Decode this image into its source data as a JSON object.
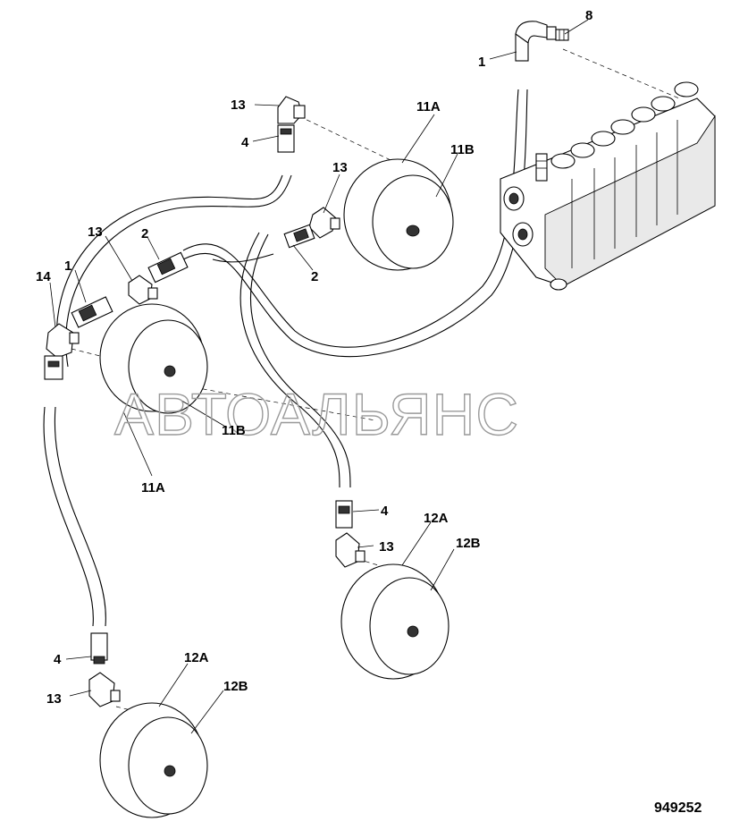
{
  "figure_number": "949252",
  "watermark": "АВТОАЛЬЯНС",
  "callouts": [
    {
      "id": "c-1-top",
      "text": "1"
    },
    {
      "id": "c-8",
      "text": "8"
    },
    {
      "id": "c-13-a",
      "text": "13"
    },
    {
      "id": "c-4-a",
      "text": "4"
    },
    {
      "id": "c-11a-a",
      "text": "11A"
    },
    {
      "id": "c-11b-a",
      "text": "11B"
    },
    {
      "id": "c-13-b",
      "text": "13"
    },
    {
      "id": "c-2-a",
      "text": "2"
    },
    {
      "id": "c-13-c",
      "text": "13"
    },
    {
      "id": "c-2-b",
      "text": "2"
    },
    {
      "id": "c-14",
      "text": "14"
    },
    {
      "id": "c-1-left",
      "text": "1"
    },
    {
      "id": "c-11b-b",
      "text": "11B"
    },
    {
      "id": "c-11a-b",
      "text": "11A"
    },
    {
      "id": "c-4-b",
      "text": "4"
    },
    {
      "id": "c-12a-a",
      "text": "12A"
    },
    {
      "id": "c-12b-a",
      "text": "12B"
    },
    {
      "id": "c-13-d",
      "text": "13"
    },
    {
      "id": "c-4-c",
      "text": "4"
    },
    {
      "id": "c-12a-b",
      "text": "12A"
    },
    {
      "id": "c-12b-b",
      "text": "12B"
    },
    {
      "id": "c-13-e",
      "text": "13"
    }
  ]
}
